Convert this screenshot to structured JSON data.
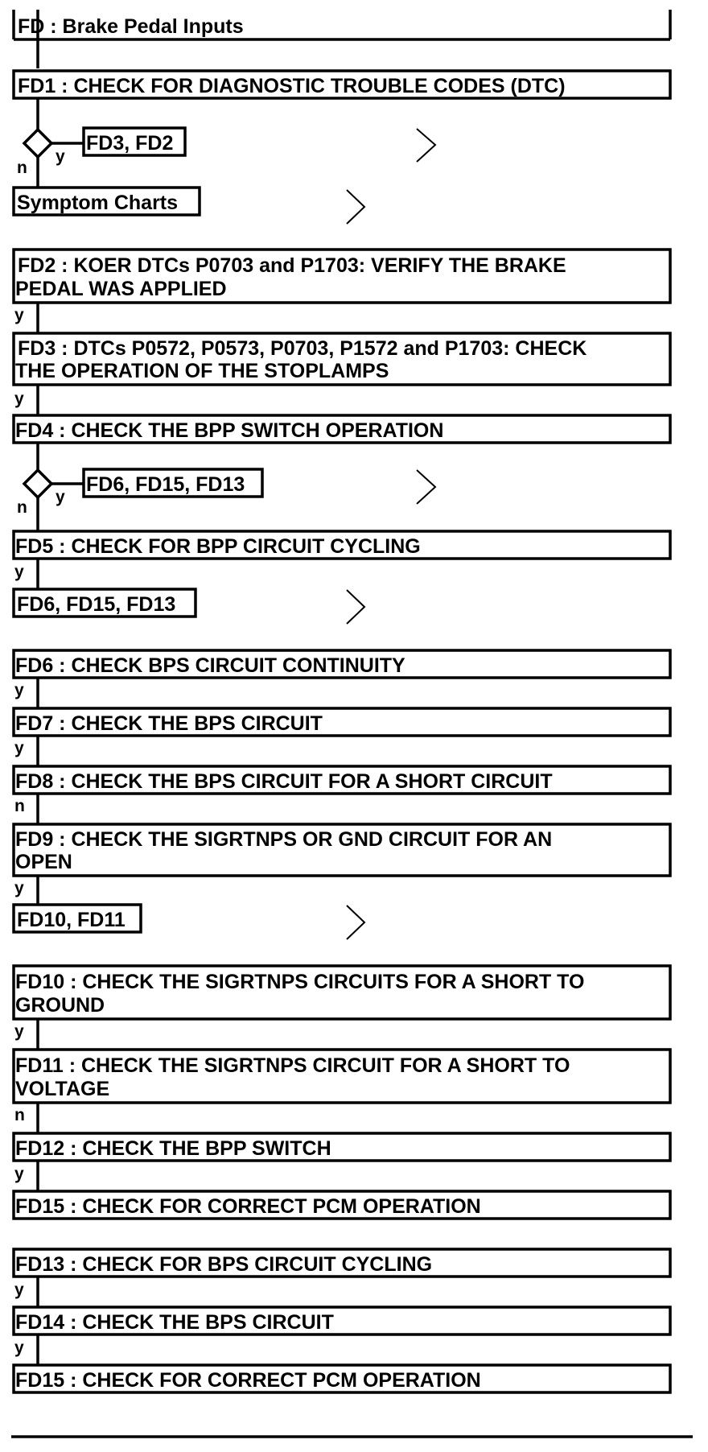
{
  "diagram": {
    "title": "FD : Brake Pedal Inputs",
    "steps": [
      {
        "id": "fd1",
        "lines": [
          "FD1 : CHECK FOR DIAGNOSTIC TROUBLE CODES (DTC)"
        ]
      },
      {
        "id": "fd2",
        "lines": [
          "FD2 : KOER DTCs P0703 and P1703: VERIFY THE BRAKE",
          "PEDAL WAS APPLIED"
        ]
      },
      {
        "id": "fd3",
        "lines": [
          "FD3 : DTCs P0572, P0573, P0703, P1572 and P1703: CHECK",
          "THE OPERATION OF THE STOPLAMPS"
        ]
      },
      {
        "id": "fd4",
        "lines": [
          "FD4 : CHECK THE BPP SWITCH OPERATION"
        ]
      },
      {
        "id": "fd5",
        "lines": [
          "FD5 : CHECK FOR BPP CIRCUIT CYCLING"
        ]
      },
      {
        "id": "fd6",
        "lines": [
          "FD6 : CHECK BPS CIRCUIT CONTINUITY"
        ]
      },
      {
        "id": "fd7",
        "lines": [
          "FD7 : CHECK THE BPS CIRCUIT"
        ]
      },
      {
        "id": "fd8",
        "lines": [
          "FD8 : CHECK THE BPS CIRCUIT FOR A SHORT CIRCUIT"
        ]
      },
      {
        "id": "fd9",
        "lines": [
          "FD9 : CHECK THE SIGRTNPS OR GND CIRCUIT FOR AN",
          "OPEN"
        ]
      },
      {
        "id": "fd10",
        "lines": [
          "FD10 : CHECK THE SIGRTNPS CIRCUITS FOR A SHORT TO",
          "GROUND"
        ]
      },
      {
        "id": "fd11",
        "lines": [
          "FD11 : CHECK THE SIGRTNPS CIRCUIT FOR A SHORT TO",
          "VOLTAGE"
        ]
      },
      {
        "id": "fd12",
        "lines": [
          "FD12 : CHECK THE BPP SWITCH"
        ]
      },
      {
        "id": "fd15a",
        "lines": [
          "FD15 : CHECK FOR CORRECT PCM OPERATION"
        ]
      },
      {
        "id": "fd13",
        "lines": [
          "FD13 : CHECK FOR BPS CIRCUIT CYCLING"
        ]
      },
      {
        "id": "fd14",
        "lines": [
          "FD14 : CHECK THE BPS CIRCUIT"
        ]
      },
      {
        "id": "fd15b",
        "lines": [
          "FD15 : CHECK FOR CORRECT PCM OPERATION"
        ]
      }
    ],
    "jumps": [
      {
        "id": "j1",
        "label": "FD3, FD2"
      },
      {
        "id": "j2",
        "label": "Symptom Charts"
      },
      {
        "id": "j3",
        "label": "FD6, FD15, FD13"
      },
      {
        "id": "j4",
        "label": "FD6, FD15, FD13"
      },
      {
        "id": "j5",
        "label": "FD10, FD11"
      }
    ],
    "branches": {
      "yes": "y",
      "no": "n"
    }
  }
}
